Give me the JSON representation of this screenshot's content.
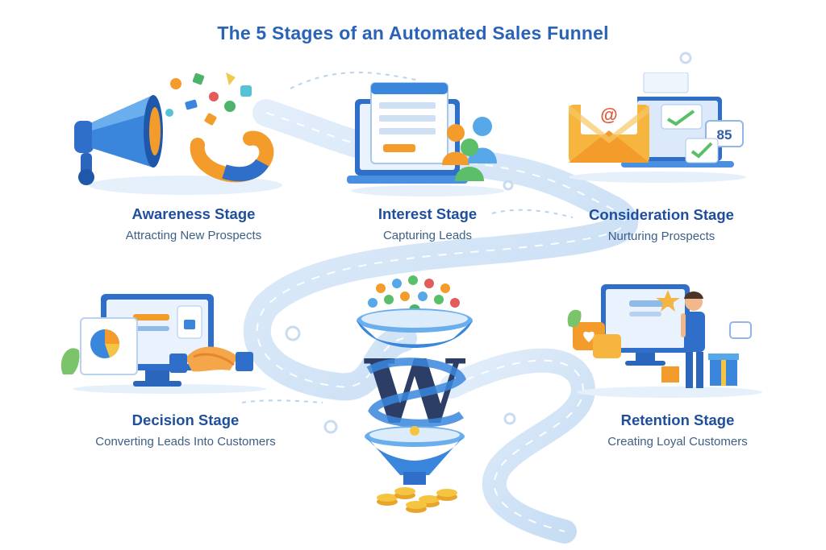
{
  "title": "The 5 Stages of an Automated Sales Funnel",
  "stages": [
    {
      "name": "Awareness Stage",
      "subtitle": "Attracting New Prospects",
      "icon": "megaphone-magnet-icon"
    },
    {
      "name": "Interest Stage",
      "subtitle": "Capturing Leads",
      "icon": "laptop-form-people-icon"
    },
    {
      "name": "Consideration Stage",
      "subtitle": "Nurturing Prospects",
      "icon": "email-envelope-icon"
    },
    {
      "name": "Decision Stage",
      "subtitle": "Converting Leads Into Customers",
      "icon": "monitor-handshake-icon"
    },
    {
      "name": "Retention Stage",
      "subtitle": "Creating Loyal Customers",
      "icon": "customer-service-gift-icon"
    }
  ],
  "funnel": {
    "icon": "funnel-logo-icon",
    "score_badge": "85"
  },
  "colors": {
    "title": "#2a62b8",
    "stage_title": "#1f4f9c",
    "subtitle": "#3d5f86",
    "road": "#cfe3f7",
    "accent_orange": "#f39c2b"
  }
}
